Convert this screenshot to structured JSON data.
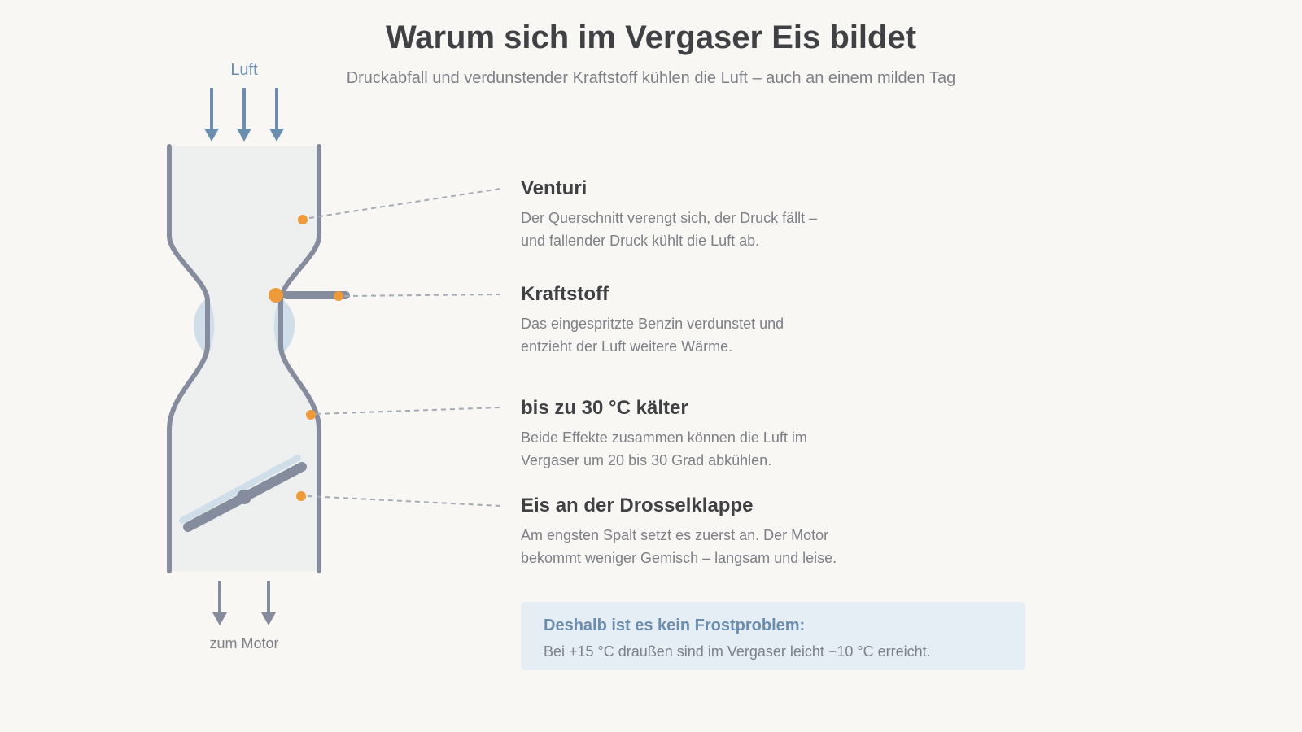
{
  "header": {
    "title": "Warum sich im Vergaser Eis bildet",
    "subtitle": "Druckabfall und verdunstender Kraftstoff kühlen die Luft – auch an einem milden Tag"
  },
  "diagram": {
    "inlet_label": "Luft",
    "outlet_label": "zum Motor"
  },
  "callouts": [
    {
      "title": "Venturi",
      "text_line1": "Der Querschnitt verengt sich, der Druck fällt –",
      "text_line2": "und fallender Druck kühlt die Luft ab."
    },
    {
      "title": "Kraftstoff",
      "text_line1": "Das eingespritzte Benzin verdunstet und",
      "text_line2": "entzieht der Luft weitere Wärme."
    },
    {
      "title": "bis zu 30 °C kälter",
      "text_line1": "Beide Effekte zusammen können die Luft im",
      "text_line2": "Vergaser um 20 bis 30 Grad abkühlen."
    },
    {
      "title": "Eis an der Drosselklappe",
      "text_line1": "Am engsten Spalt setzt es zuerst an. Der Motor",
      "text_line2": "bekommt weniger Gemisch – langsam und leise."
    }
  ],
  "note": {
    "title": "Deshalb ist es kein Frostproblem:",
    "text": "Bei +15 °C draußen sind im Vergaser leicht −10 °C erreicht."
  },
  "colors": {
    "wall": "#848c9d",
    "air_arrow": "#6b8db0",
    "marker": "#ee9a38",
    "ice": "#cfdee9",
    "interior": "#eef0f0",
    "leader": "#a4abb6"
  }
}
